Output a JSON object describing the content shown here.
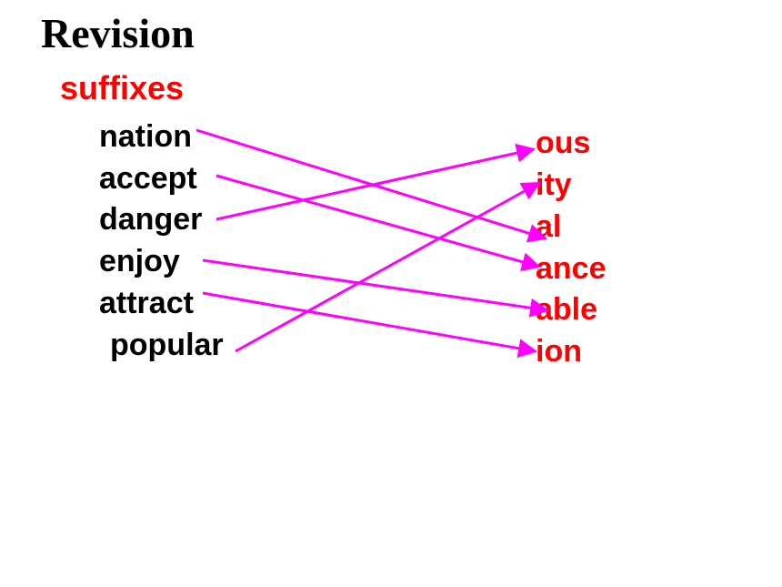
{
  "slide": {
    "title": "Revision",
    "subtitle": "suffixes"
  },
  "words": [
    "nation",
    "accept",
    "danger",
    "enjoy",
    "attract",
    "popular"
  ],
  "suffixes": [
    "ous",
    "ity",
    "al",
    "ance",
    "able",
    "ion"
  ],
  "matches": [
    {
      "word": "nation",
      "suffix": "al"
    },
    {
      "word": "accept",
      "suffix": "ance"
    },
    {
      "word": "danger",
      "suffix": "ous"
    },
    {
      "word": "enjoy",
      "suffix": "able"
    },
    {
      "word": "attract",
      "suffix": "ion"
    },
    {
      "word": "popular",
      "suffix": "ity"
    }
  ],
  "colors": {
    "title": "#000000",
    "subtitle": "#ff0000",
    "words": "#000000",
    "suffixes": "#ff0000",
    "arrows": "#ff00ff"
  }
}
